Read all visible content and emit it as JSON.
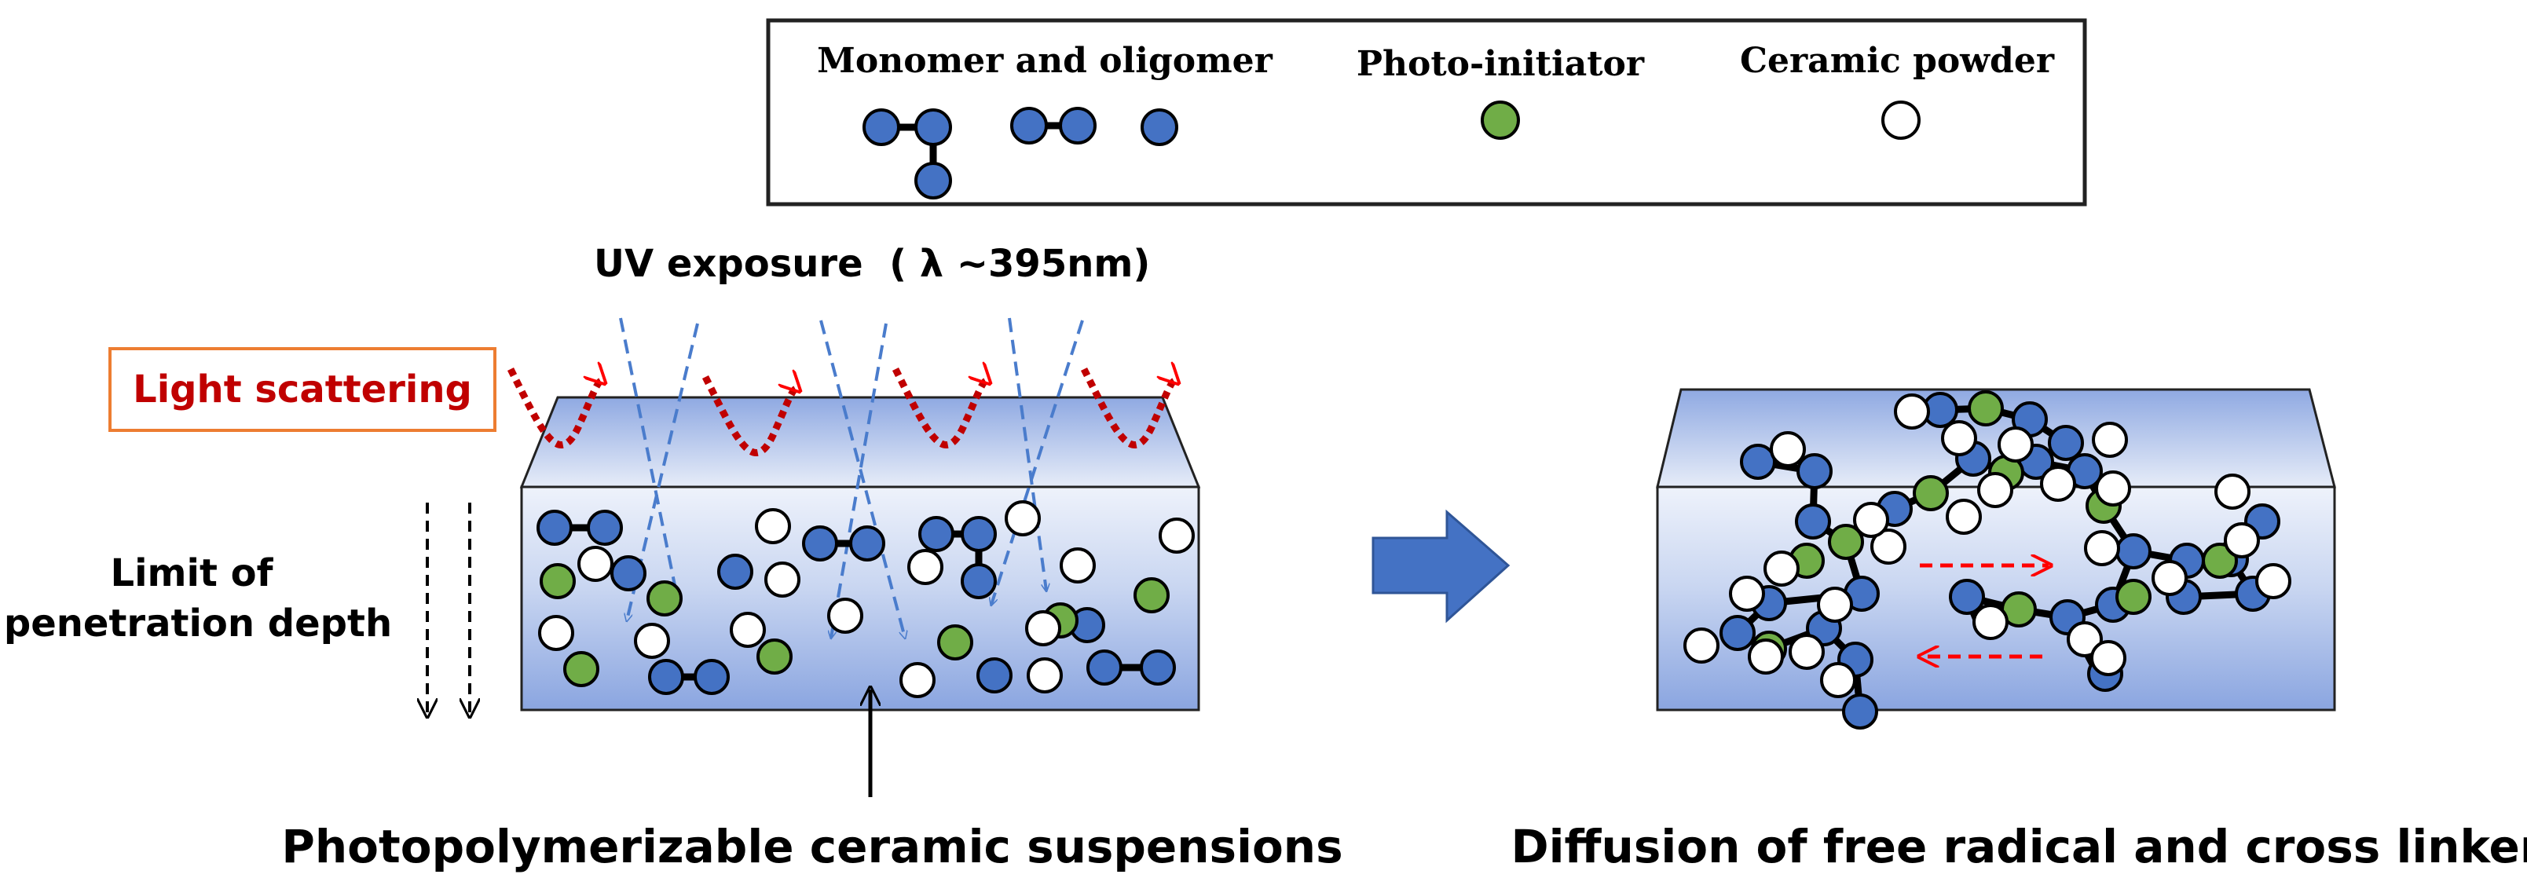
{
  "legend": {
    "monomer_label": "Monomer and oligomer",
    "photoinitiator_label": "Photo-initiator",
    "ceramic_label": "Ceramic powder"
  },
  "uv": {
    "label": "UV exposure  ( λ ~395nm)"
  },
  "scattering": {
    "label": "Light scattering"
  },
  "penetration": {
    "line1": "Limit of",
    "line2": "penetration depth"
  },
  "captions": {
    "left": "Photopolymerizable ceramic suspensions",
    "right": "Diffusion of free radical and cross linker"
  },
  "colors": {
    "monomer": "#4472c4",
    "photoinitiator": "#70ad47",
    "ceramic": "#ffffff",
    "scatter": "#c00000",
    "uv_ray": "#4a7ccc",
    "diffusion_arrow": "#ff0000",
    "process_arrow": "#4472c4"
  }
}
